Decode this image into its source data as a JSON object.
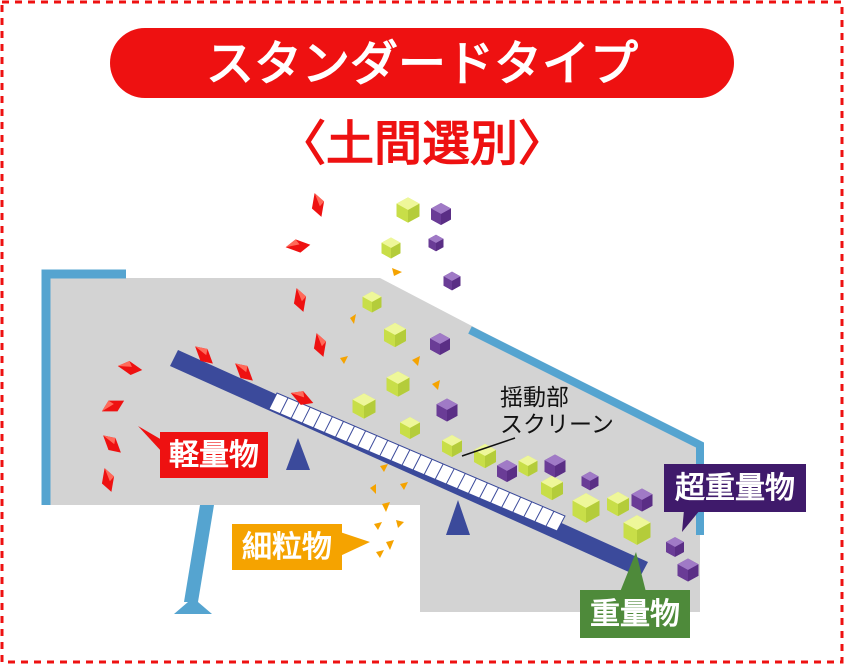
{
  "title": "スタンダードタイプ",
  "subtitle": "〈土間選別〉",
  "labels": {
    "light": "軽量物",
    "fine": "細粒物",
    "heavy": "重量物",
    "super_heavy": "超重量物",
    "screen_line1": "揺動部",
    "screen_line2": "スクリーン"
  },
  "colors": {
    "banner": "#ee1111",
    "border_dash": "#ee1111",
    "body_gray": "#d3d3d3",
    "frame_blue": "#55a4d0",
    "deck_navy": "#3b4a9b",
    "light_red": "#ee1111",
    "fine_orange": "#f5a300",
    "heavy_green": "#4e8a3a",
    "super_heavy_purple": "#3f1a6b",
    "yellow_particle": "#d6ec58",
    "purple_particle": "#7a4aa3"
  }
}
